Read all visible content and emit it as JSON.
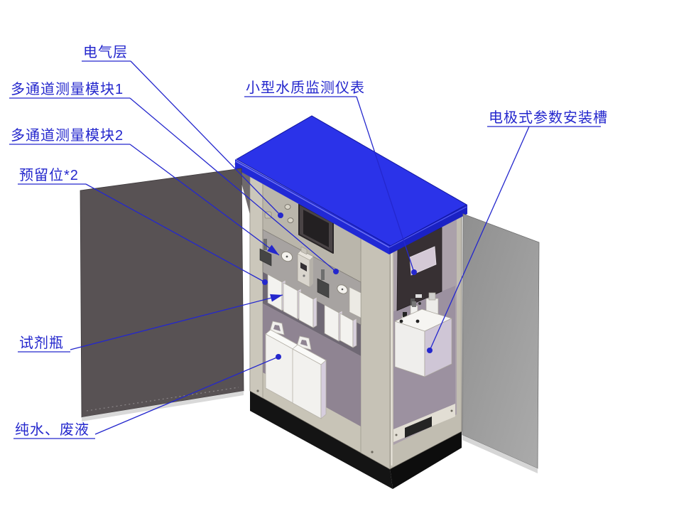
{
  "diagram": {
    "labels": [
      {
        "id": "electrical-layer",
        "text": "电气层"
      },
      {
        "id": "multichannel-module-1",
        "text": "多通道测量模块1"
      },
      {
        "id": "multichannel-module-2",
        "text": "多通道测量模块2"
      },
      {
        "id": "reserved-slots",
        "text": "预留位*2"
      },
      {
        "id": "small-wq-monitor",
        "text": "小型水质监测仪表"
      },
      {
        "id": "electrode-param-slot",
        "text": "电极式参数安装槽"
      },
      {
        "id": "reagent-bottle",
        "text": "试剂瓶"
      },
      {
        "id": "pure-water-waste",
        "text": "纯水、废液"
      }
    ],
    "colors": {
      "roof_blue": "#2b33e9",
      "roof_edge_sw": "#2129d6",
      "roof_edge_se": "#1a21c4",
      "label_blue": "#2427cd",
      "left_door": "#585254",
      "right_door": "#9a9a9a",
      "cabinet_front": "#c8c4b7",
      "cabinet_right": "#c1bdb1",
      "base_black": "#141414"
    }
  }
}
